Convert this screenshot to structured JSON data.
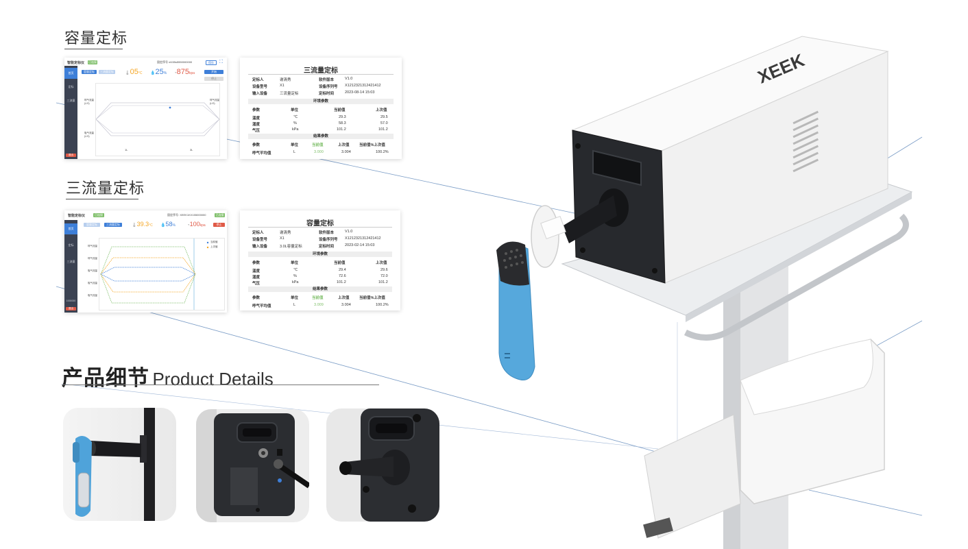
{
  "section1": {
    "title": "容量定标"
  },
  "section2": {
    "title": "三流量定标"
  },
  "details": {
    "title_cn": "产品细节",
    "title_en": "Product Details"
  },
  "brand": {
    "logo_text": "XEEK"
  },
  "colors": {
    "accent_blue": "#3e7fd8",
    "dark_sidebar": "#3b4252",
    "green": "#7fbf6a",
    "red": "#e05a47",
    "orange": "#f5a623",
    "device_blue": "#56a8dc"
  },
  "shot1": {
    "app_title": "智能定标仪",
    "status_badge": "已连接",
    "serial_text": "固定序号 xt155s5550000000",
    "btn_save": "保存",
    "sidebar": [
      "首页",
      "定标",
      "三流量"
    ],
    "tab_active": "容量定标",
    "tab_inactive": "三流量定标",
    "temp_value": "05",
    "temp_unit": "°C",
    "humidity_value": "25",
    "humidity_unit": "%",
    "pressure_value": "875",
    "pressure_unit": "kpa",
    "btn_start": "开始",
    "btn_stop": "停止",
    "btn_exit": "退出",
    "left_labels": [
      "呼气流量(L/S)",
      "吸气流量(L/S)"
    ],
    "right_labels": [
      "呼气流量(L/S)"
    ],
    "x_labels": [
      "1L",
      "3L"
    ]
  },
  "shot2": {
    "app_title": "智能定标仪",
    "status_badge": "已连接",
    "serial_text": "固定序号: XEEK1KX155000000",
    "btn_connect": "已连接",
    "sidebar": [
      "首页",
      "定标",
      "三流量",
      "1000000"
    ],
    "tab_active": "容量定标",
    "tab_inactive": "三流量定标",
    "temp_value": "39.3",
    "temp_unit": "°C",
    "humidity_value": "58",
    "humidity_unit": "%",
    "pressure_value": "100",
    "pressure_unit": "kpa",
    "btn_stop": "停止",
    "btn_exit": "退出",
    "legend": [
      "当前值",
      "上次值"
    ],
    "y_labels": [
      "呼气流量",
      "呼气流量",
      "吸气流量",
      "吸气流量",
      "吸气流量"
    ]
  },
  "report1": {
    "title": "三流量定标",
    "info": [
      [
        "定标人",
        "谢清秀",
        "软件版本",
        "V1.0"
      ],
      [
        "设备型号",
        "X1",
        "设备序列号",
        "X1212321312421412"
      ],
      [
        "输入设备",
        "三流量定标",
        "定标时间",
        "2023-08-14 15:03"
      ]
    ],
    "env_header": "环境参数",
    "env_cols": [
      "参数",
      "单位",
      "当前值",
      "上次值"
    ],
    "env_rows": [
      [
        "温度",
        "℃",
        "29.3",
        "29.5"
      ],
      [
        "湿度",
        "%",
        "58.3",
        "57.0"
      ],
      [
        "气压",
        "kPa",
        "101.2",
        "101.2"
      ]
    ],
    "result_header": "结果参数",
    "result_cols": [
      "参数",
      "单位",
      "当前值",
      "上次值",
      "当前值%上次值"
    ],
    "result_rows": [
      [
        "呼气平均值",
        "L",
        "3.000",
        "3.004",
        "100.2%"
      ]
    ]
  },
  "report2": {
    "title": "容量定标",
    "info": [
      [
        "定标人",
        "谢清秀",
        "软件版本",
        "V1.0"
      ],
      [
        "设备型号",
        "X1",
        "设备序列号",
        "X1212321312421412"
      ],
      [
        "输入设备",
        "3.0L容量定标",
        "定标时间",
        "2023-02-14 15:03"
      ]
    ],
    "env_header": "环境参数",
    "env_cols": [
      "参数",
      "单位",
      "当前值",
      "上次值"
    ],
    "env_rows": [
      [
        "温度",
        "℃",
        "29.4",
        "29.6"
      ],
      [
        "湿度",
        "%",
        "72.6",
        "72.0"
      ],
      [
        "气压",
        "kPa",
        "101.2",
        "101.2"
      ]
    ],
    "result_header": "结果参数",
    "result_cols": [
      "参数",
      "单位",
      "当前值",
      "上次值",
      "当前值%上次值"
    ],
    "result_rows": [
      [
        "呼气平均值",
        "L",
        "3.009",
        "3.004",
        "100.2%"
      ]
    ]
  }
}
